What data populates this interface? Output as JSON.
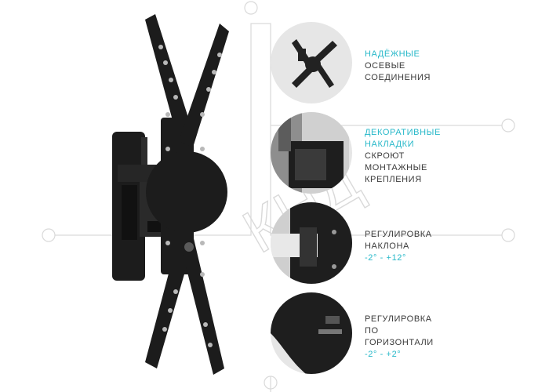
{
  "watermark": {
    "text": "КНД"
  },
  "product": {
    "brand_logo": "onkron-logo"
  },
  "features": [
    {
      "accent_lines": [
        "НАДЁЖНЫЕ"
      ],
      "lines": [
        "ОСЕВЫЕ",
        "СОЕДИНЕНИЯ"
      ]
    },
    {
      "accent_lines": [
        "ДЕКОРАТИВНЫЕ",
        "НАКЛАДКИ"
      ],
      "lines": [
        "СКРОЮТ",
        "МОНТАЖНЫЕ",
        "КРЕПЛЕНИЯ"
      ]
    },
    {
      "lines": [
        "РЕГУЛИРОВКА",
        "НАКЛОНА"
      ],
      "accent_lines": [
        "-2° - +12°"
      ]
    },
    {
      "lines": [
        "РЕГУЛИРОВКА",
        "ПО",
        "ГОРИЗОНТАЛИ"
      ],
      "accent_lines": [
        "-2° - +2°"
      ]
    }
  ],
  "colors": {
    "accent": "#27b8c9",
    "text": "#3a3a3a",
    "bracket": "#1c1c1c",
    "circle_bg": "#e6e6e6",
    "watermark": "#d9d9d9"
  }
}
